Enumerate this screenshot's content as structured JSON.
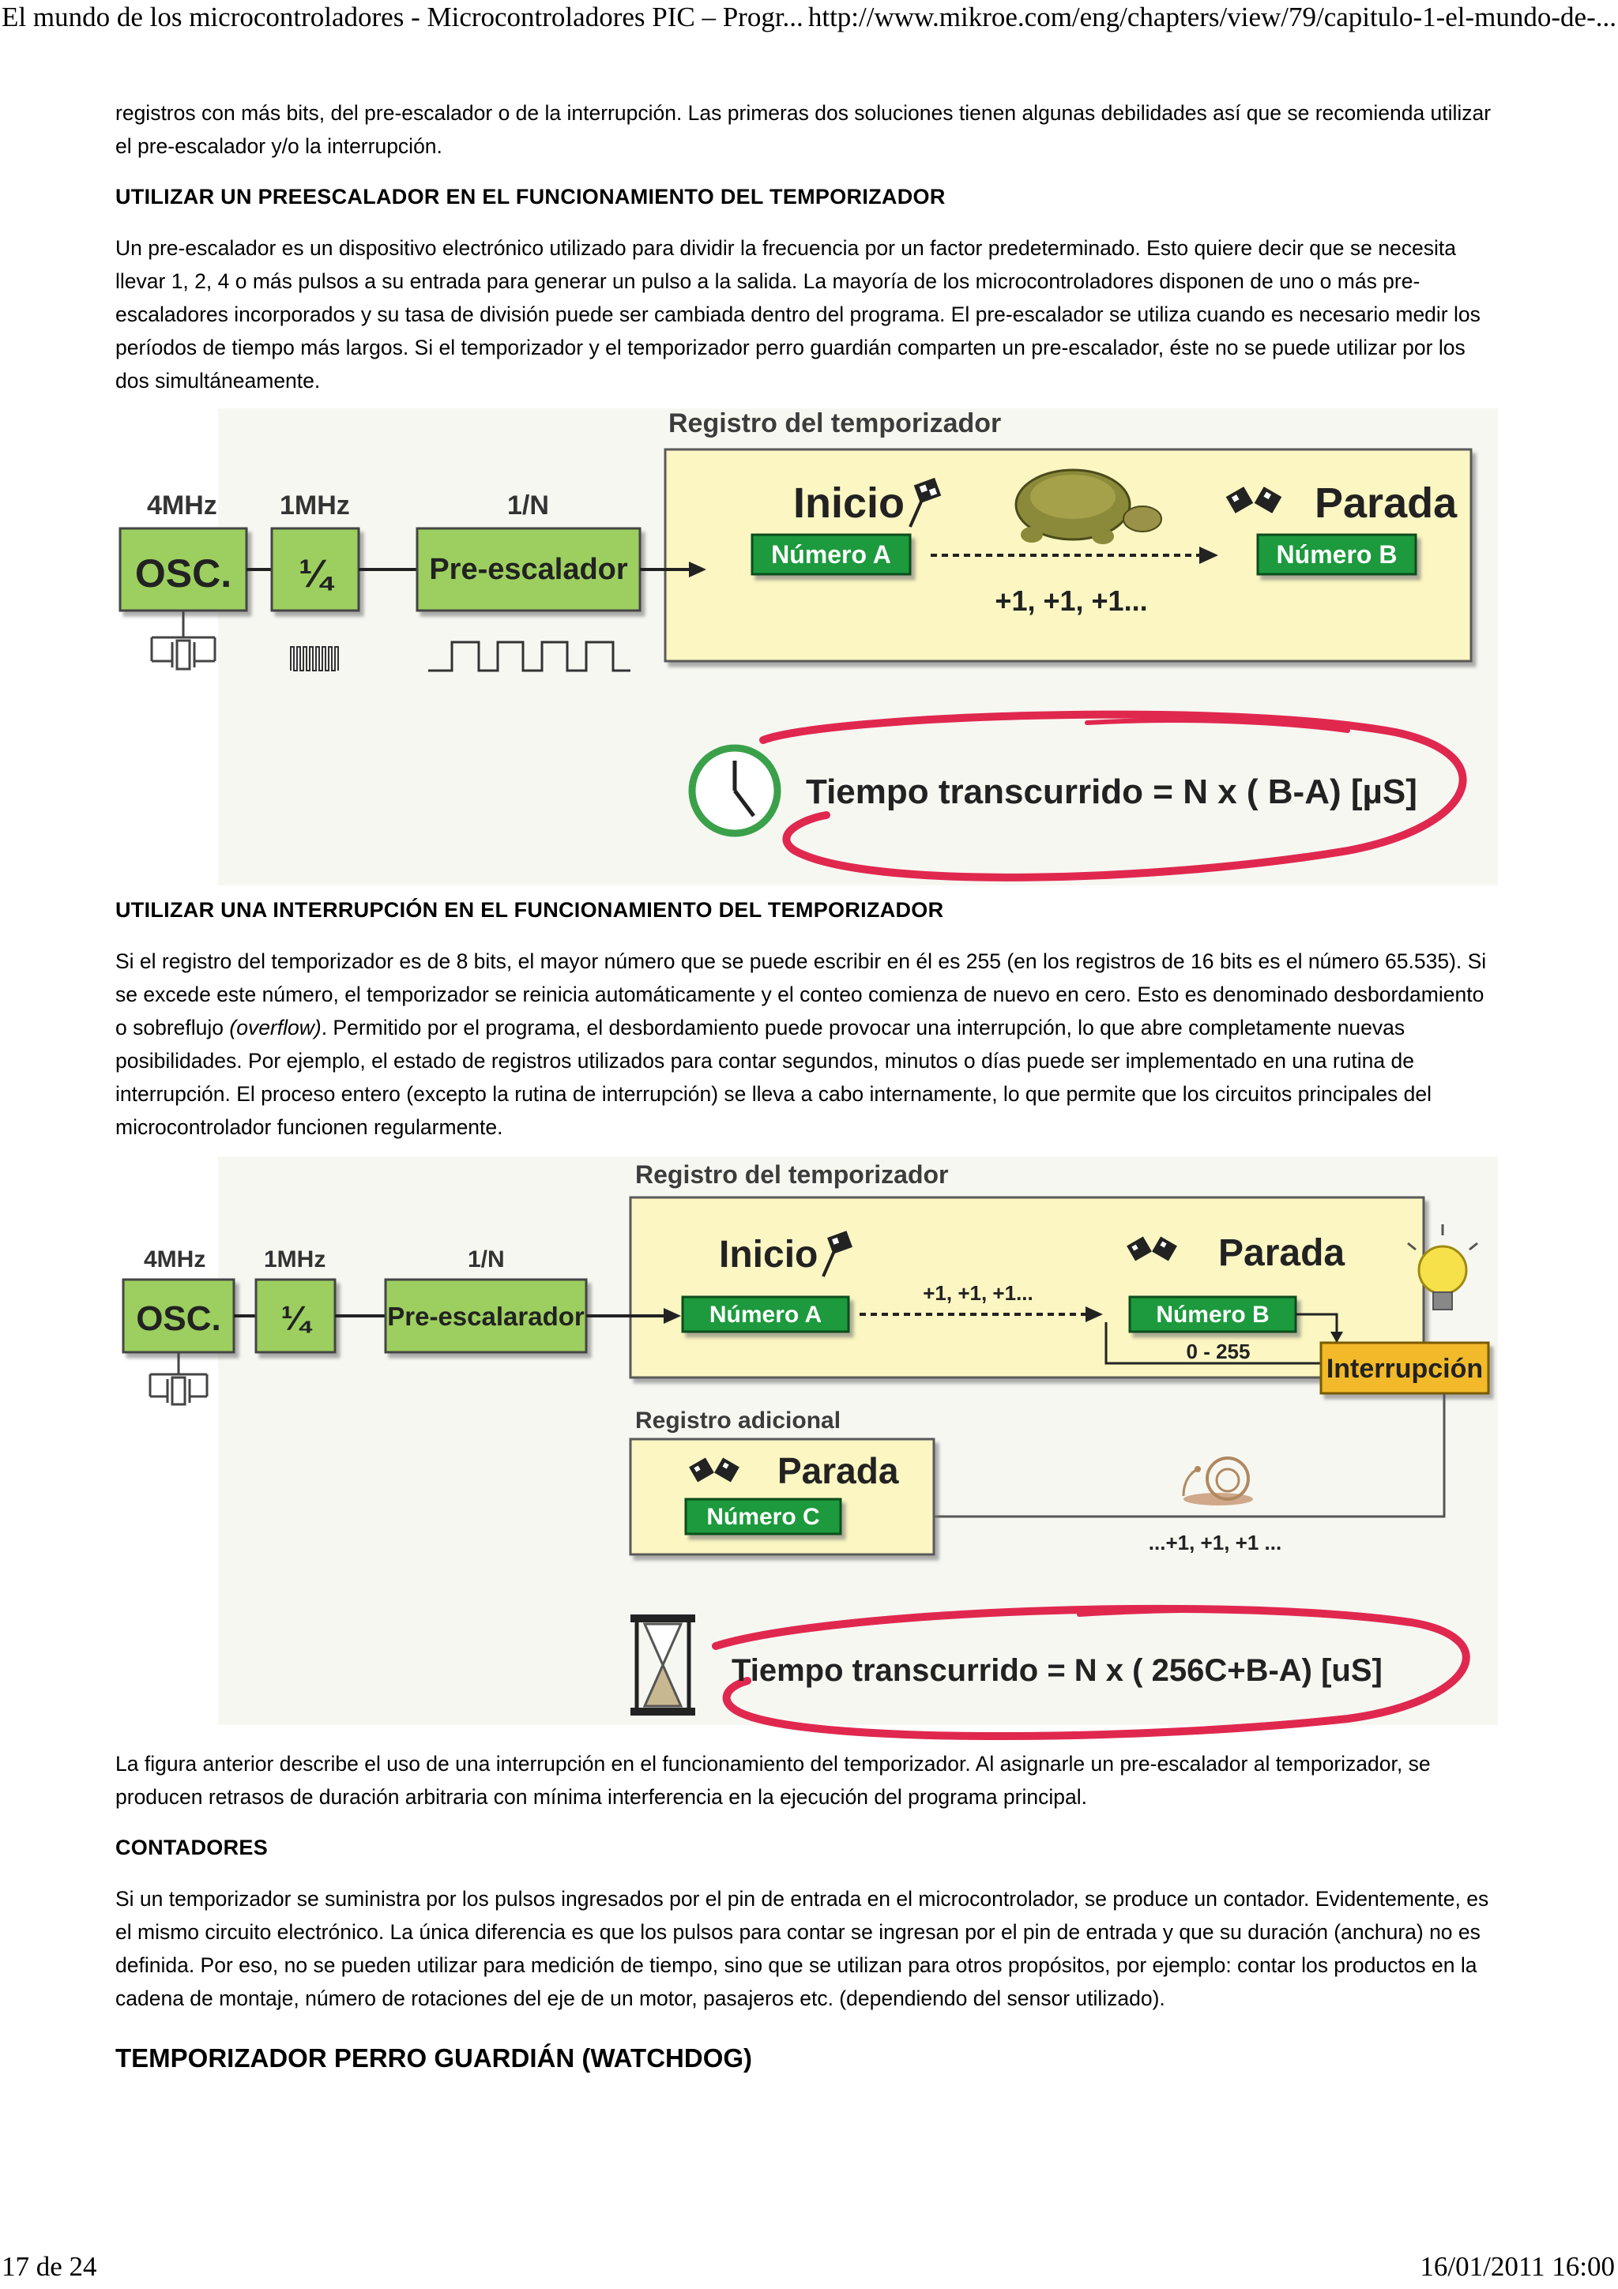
{
  "header": {
    "title": "El mundo de los microcontroladores - Microcontroladores PIC – Progr...",
    "url": "http://www.mikroe.com/eng/chapters/view/79/capitulo-1-el-mundo-de-..."
  },
  "footer": {
    "page": "17 de 24",
    "datetime": "16/01/2011 16:00"
  },
  "intro": "registros con más bits, del pre-escalador o de la interrupción. Las primeras dos soluciones tienen algunas debilidades así que se recomienda utilizar el pre-escalador y/o la interrupción.",
  "section1": {
    "heading": "UTILIZAR UN PREESCALADOR EN EL FUNCIONAMIENTO DEL TEMPORIZADOR",
    "text": "Un pre-escalador es un dispositivo electrónico utilizado para dividir la frecuencia por un factor predeterminado. Esto quiere decir que se necesita llevar 1, 2, 4 o más pulsos a su entrada para generar un pulso a la salida. La mayoría de los microcontroladores disponen de uno o más pre-escaladores incorporados y su tasa de división puede ser cambiada dentro del programa. El pre-escalador se utiliza cuando es necesario medir los períodos de tiempo más largos. Si el temporizador y el temporizador perro guardián comparten un pre-escalador, éste no se puede utilizar por los dos simultáneamente."
  },
  "fig1": {
    "register_title": "Registro del temporizador",
    "freq_osc": "4MHz",
    "freq_div": "1MHz",
    "freq_pre": "1/N",
    "osc": "OSC.",
    "div": "¼",
    "pre": "Pre-escalador",
    "start": "Inicio",
    "stop": "Parada",
    "num_a": "Número A",
    "num_b": "Número B",
    "increments": "+1, +1, +1...",
    "formula": "Tiempo transcurrido = N x ( B-A)  [µS]"
  },
  "section2": {
    "heading": "UTILIZAR UNA INTERRUPCIÓN EN EL FUNCIONAMIENTO DEL TEMPORIZADOR",
    "text_before": "Si el registro del temporizador es de 8 bits, el mayor número que se puede escribir en él es 255 (en los registros de 16 bits es el número 65.535). Si se excede este número, el temporizador se reinicia automáticamente y el conteo comienza de nuevo en cero. Esto es denominado desbordamiento o sobreflujo ",
    "text_italic": "(overflow)",
    "text_after": ". Permitido por el programa, el desbordamiento puede provocar una interrupción, lo que abre completamente nuevas posibilidades. Por ejemplo, el estado de registros utilizados para contar segundos, minutos o días puede ser implementado en una rutina de interrupción. El proceso entero (excepto la rutina de interrupción) se lleva a cabo internamente, lo que permite que los circuitos principales del microcontrolador funcionen regularmente."
  },
  "fig2": {
    "register_title": "Registro del temporizador",
    "freq_osc": "4MHz",
    "freq_div": "1MHz",
    "freq_pre": "1/N",
    "osc": "OSC.",
    "div": "¼",
    "pre": "Pre-escalarador",
    "start": "Inicio",
    "stop": "Parada",
    "num_a": "Número A",
    "num_b": "Número B",
    "increments": "+1, +1, +1...",
    "range": "0 - 255",
    "interrupt": "Interrupción",
    "additional_title": "Registro adicional",
    "stop2": "Parada",
    "num_c": "Número C",
    "increments2": "...+1, +1, +1 ...",
    "formula": "Tiempo transcurrido = N x ( 256C+B-A)  [uS]"
  },
  "after_fig2": "La figura anterior describe el uso de una interrupción en el funcionamiento del temporizador. Al asignarle un pre-escalador al temporizador, se producen retrasos de duración arbitraria con mínima interferencia en la ejecución del programa principal.",
  "section3": {
    "heading": "CONTADORES",
    "text": "Si un temporizador se suministra por los pulsos ingresados por el pin de entrada en el microcontrolador, se produce un contador. Evidentemente, es el mismo circuito electrónico. La única diferencia es que los pulsos para contar se ingresan por el pin de entrada y que su duración (anchura) no es definida. Por eso, no se pueden utilizar para medición de tiempo, sino que se utilizan para otros propósitos, por ejemplo: contar los productos en la cadena de montaje, número de rotaciones del eje de un motor, pasajeros etc. (dependiendo del sensor utilizado)."
  },
  "section4": {
    "heading": "TEMPORIZADOR PERRO GUARDIÁN (WATCHDOG)"
  },
  "colors": {
    "green_box": "#9ccf5e",
    "green_bar": "#1e9a3c",
    "register_bg": "#fbf6c2",
    "interrupt_bg": "#f2b92a",
    "ellipse_red": "#e0284f"
  }
}
